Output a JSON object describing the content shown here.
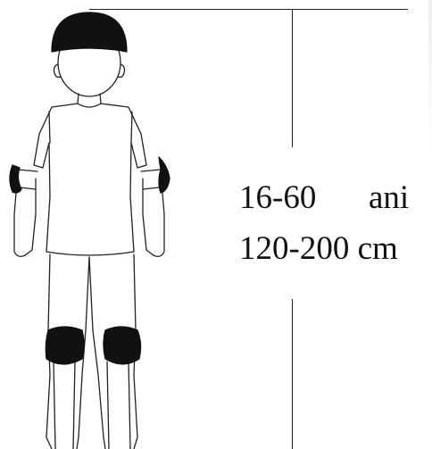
{
  "labels": {
    "age_range": "16-60",
    "age_unit": "ani",
    "height_range": "120-200 cm"
  },
  "colors": {
    "line": "#222222",
    "pad": "#111111",
    "text": "#111111"
  },
  "icons": [
    "child-figure-icon",
    "helmet-icon",
    "elbow-pad-icon",
    "knee-pad-icon"
  ]
}
